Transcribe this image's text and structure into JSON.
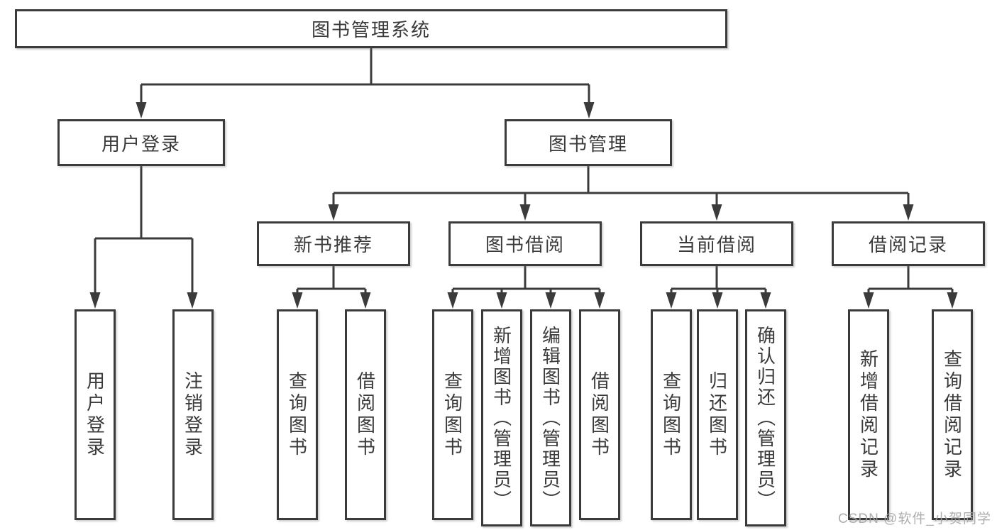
{
  "diagram": {
    "title": "图书管理系统",
    "branches": [
      {
        "label": "用户登录",
        "leaves": [
          "用户登录",
          "注销登录"
        ]
      },
      {
        "label": "图书管理",
        "groups": [
          {
            "label": "新书推荐",
            "leaves": [
              "查询图书",
              "借阅图书"
            ]
          },
          {
            "label": "图书借阅",
            "leaves": [
              "查询图书",
              "新增图书（管理员）",
              "编辑图书（管理员）",
              "借阅图书"
            ]
          },
          {
            "label": "当前借阅",
            "leaves": [
              "查询图书",
              "归还图书",
              "确认归还（管理员）"
            ]
          },
          {
            "label": "借阅记录",
            "leaves": [
              "新增借阅记录",
              "查询借阅记录"
            ]
          }
        ]
      }
    ],
    "watermark": "CSDN @软件_小贺同学",
    "colors": {
      "line": "#3b3b3b",
      "text": "#3a3a3a",
      "box_background": "#ffffff",
      "watermark": "#a5a5a5"
    }
  }
}
